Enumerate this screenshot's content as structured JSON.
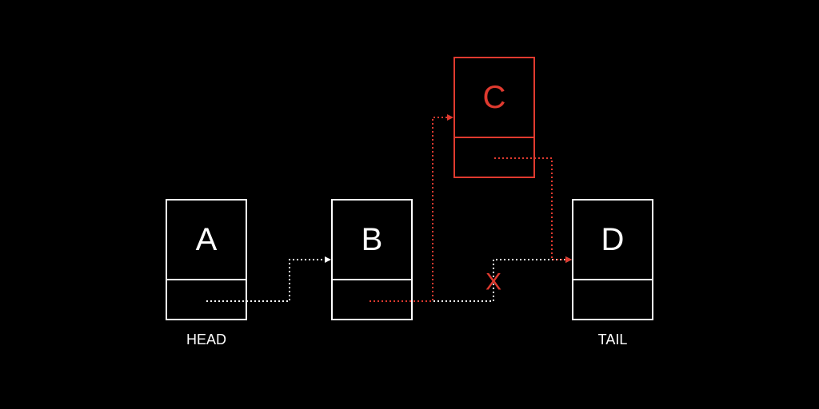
{
  "colors": {
    "background": "#000000",
    "normal": "#ffffff",
    "highlight": "#e03a2f"
  },
  "nodes": {
    "a": {
      "label": "A"
    },
    "b": {
      "label": "B"
    },
    "c": {
      "label": "C"
    },
    "d": {
      "label": "D"
    }
  },
  "captions": {
    "head": "HEAD",
    "tail": "TAIL"
  },
  "removed_link_mark": "X"
}
